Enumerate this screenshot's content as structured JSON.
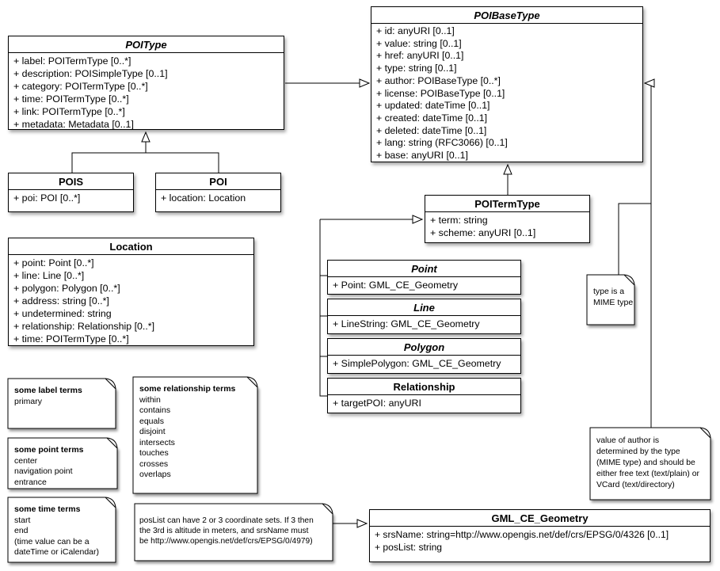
{
  "classes": {
    "poitype": {
      "name": "POIType",
      "attributes": [
        "+ label: POITermType [0..*]",
        "+ description: POISimpleType [0..1]",
        "+ category: POITermType [0..*]",
        "+ time: POITermType [0..*]",
        "+ link: POITermType [0..*]",
        "+ metadata: Metadata [0..1]"
      ]
    },
    "poibasetype": {
      "name": "POIBaseType",
      "attributes": [
        "+ id: anyURI [0..1]",
        "+ value: string [0..1]",
        "+ href: anyURI [0..1]",
        "+ type: string [0..1]",
        "+ author: POIBaseType [0..*]",
        "+ license: POIBaseType [0..1]",
        "+ updated: dateTime [0..1]",
        "+ created: dateTime [0..1]",
        "+ deleted: dateTime [0..1]",
        "+ lang: string (RFC3066) [0..1]",
        "+ base: anyURI [0..1]"
      ]
    },
    "pois": {
      "name": "POIS",
      "attributes": [
        "+ poi: POI [0..*]"
      ]
    },
    "poi": {
      "name": "POI",
      "attributes": [
        "+ location: Location"
      ]
    },
    "location": {
      "name": "Location",
      "attributes": [
        "+ point: Point [0..*]",
        "+ line: Line [0..*]",
        "+ polygon: Polygon [0..*]",
        "+ address: string [0..*]",
        "+ undetermined: string",
        "+ relationship: Relationship [0..*]",
        "+ time: POITermType [0..*]"
      ]
    },
    "poitermtype": {
      "name": "POITermType",
      "attributes": [
        "+ term: string",
        "+ scheme: anyURI [0..1]"
      ]
    },
    "point": {
      "name": "Point",
      "attributes": [
        "+ Point: GML_CE_Geometry"
      ]
    },
    "line": {
      "name": "Line",
      "attributes": [
        "+ LineString: GML_CE_Geometry"
      ]
    },
    "polygon": {
      "name": "Polygon",
      "attributes": [
        "+ SimplePolygon: GML_CE_Geometry"
      ]
    },
    "relationship": {
      "name": "Relationship",
      "attributes": [
        "+ targetPOI: anyURI"
      ]
    },
    "gml": {
      "name": "GML_CE_Geometry",
      "attributes": [
        "+ srsName: string=http://www.opengis.net/def/crs/EPSG/0/4326 [0..1]",
        "+ posList: string"
      ]
    }
  },
  "notes": {
    "label_terms": {
      "title": "some label terms",
      "lines": [
        "primary"
      ]
    },
    "point_terms": {
      "title": "some point terms",
      "lines": [
        "center",
        "navigation point",
        "entrance"
      ]
    },
    "time_terms": {
      "title": "some time terms",
      "lines": [
        "start",
        "end",
        "(time value can be a",
        "dateTime or iCalendar)"
      ]
    },
    "relationship_terms": {
      "title": "some relationship terms",
      "lines": [
        "within",
        "contains",
        "equals",
        "disjoint",
        "intersects",
        "touches",
        "crosses",
        "overlaps"
      ]
    },
    "poslist": {
      "lines": [
        "posList can have 2 or 3 coordinate sets. If 3 then",
        "the 3rd is altitude in meters, and srsName must",
        "be http://www.opengis.net/def/crs/EPSG/0/4979)"
      ]
    },
    "mime": {
      "lines": [
        "type is a",
        "MIME type"
      ]
    },
    "author": {
      "lines": [
        "value of author is",
        "determined by the type",
        "(MIME type) and should be",
        "either free text (text/plain) or",
        "VCard (text/directory)"
      ]
    }
  },
  "colors": {
    "line": "#000000",
    "fill": "#ffffff"
  }
}
